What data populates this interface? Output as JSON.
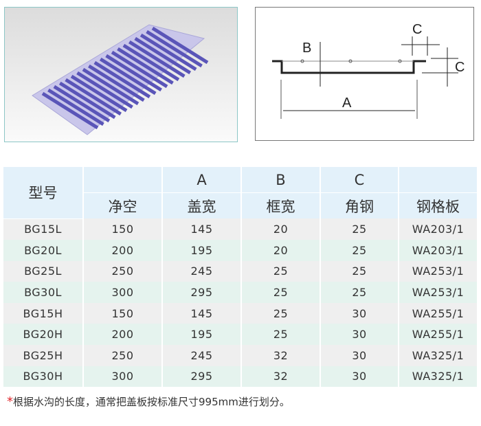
{
  "diagram": {
    "labels": {
      "a": "A",
      "b": "B",
      "c_top": "C",
      "c_side": "C"
    }
  },
  "table": {
    "header_model": "型号",
    "header_letters": [
      "A",
      "B",
      "C"
    ],
    "header_names": [
      "净空",
      "盖宽",
      "框宽",
      "角钢",
      "钢格板"
    ],
    "rows": [
      [
        "BG15L",
        "150",
        "145",
        "20",
        "25",
        "WA203/1"
      ],
      [
        "BG20L",
        "200",
        "195",
        "20",
        "25",
        "WA203/1"
      ],
      [
        "BG25L",
        "250",
        "245",
        "25",
        "25",
        "WA253/1"
      ],
      [
        "BG30L",
        "300",
        "295",
        "25",
        "25",
        "WA253/1"
      ],
      [
        "BG15H",
        "150",
        "145",
        "25",
        "30",
        "WA255/1"
      ],
      [
        "BG20H",
        "200",
        "195",
        "25",
        "30",
        "WA255/1"
      ],
      [
        "BG25H",
        "250",
        "245",
        "32",
        "30",
        "WA325/1"
      ],
      [
        "BG30H",
        "300",
        "295",
        "32",
        "30",
        "WA325/1"
      ]
    ]
  },
  "note": {
    "star": "*",
    "text": "根据水沟的长度，通常把盖板按标准尺寸995mm进行划分。"
  }
}
